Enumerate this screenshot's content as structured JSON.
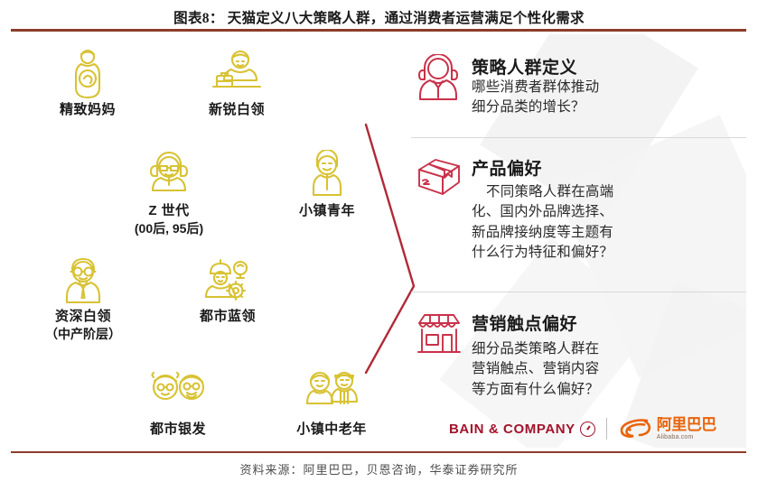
{
  "figure": {
    "title": "图表8： 天猫定义八大策略人群，通过消费者运营满足个性化需求",
    "source": "资料来源：阿里巴巴，贝恩咨询，华泰证券研究所",
    "accent_rule_color": "#8c3b2b",
    "persona_icon_color": "#d8c233",
    "section_icon_color": "#c9314a",
    "bracket_color": "#b02a37"
  },
  "personas": [
    {
      "id": "refined-mom",
      "icon": "pregnant-mother-icon",
      "label": "精致妈妈",
      "sub": ""
    },
    {
      "id": "new-white-collar",
      "icon": "young-office-worker-icon",
      "label": "新锐白领",
      "sub": ""
    },
    {
      "id": "gen-z",
      "icon": "youth-sunglasses-headphones-icon",
      "label": "Z 世代",
      "sub": "(00后, 95后)"
    },
    {
      "id": "small-town-youth",
      "icon": "small-town-young-man-icon",
      "label": "小镇青年",
      "sub": ""
    },
    {
      "id": "senior-white-collar",
      "icon": "senior-executive-glasses-icon",
      "label": "资深白领",
      "sub": "（中产阶层）"
    },
    {
      "id": "urban-blue-collar",
      "icon": "worker-helmet-gear-icon",
      "label": "都市蓝领",
      "sub": ""
    },
    {
      "id": "urban-silver",
      "icon": "elderly-couple-icon",
      "label": "都市银发",
      "sub": ""
    },
    {
      "id": "small-town-senior",
      "icon": "small-town-elderly-couple-icon",
      "label": "小镇中老年",
      "sub": ""
    }
  ],
  "sections": [
    {
      "id": "strategy-crowd-definition",
      "icon": "person-headset-icon",
      "title": "策略人群定义",
      "lines": [
        "哪些消费者群体推动",
        "细分品类的增长？"
      ]
    },
    {
      "id": "product-preference",
      "icon": "parcel-box-icon",
      "title": "产品偏好",
      "lines": [
        "不同策略人群在高端",
        "化、国内外品牌选择、",
        "新品牌接纳度等主题有",
        "什么行为特征和偏好？"
      ]
    },
    {
      "id": "marketing-touchpoint-preference",
      "icon": "storefront-icon",
      "title": "营销触点偏好",
      "lines": [
        "细分品类策略人群在",
        "营销触点、营销内容",
        "等方面有什么偏好？"
      ]
    }
  ],
  "logos": {
    "bain": "BAIN & COMPANY",
    "alibaba_cn": "阿里巴巴",
    "alibaba_en": "Alibaba.com"
  }
}
